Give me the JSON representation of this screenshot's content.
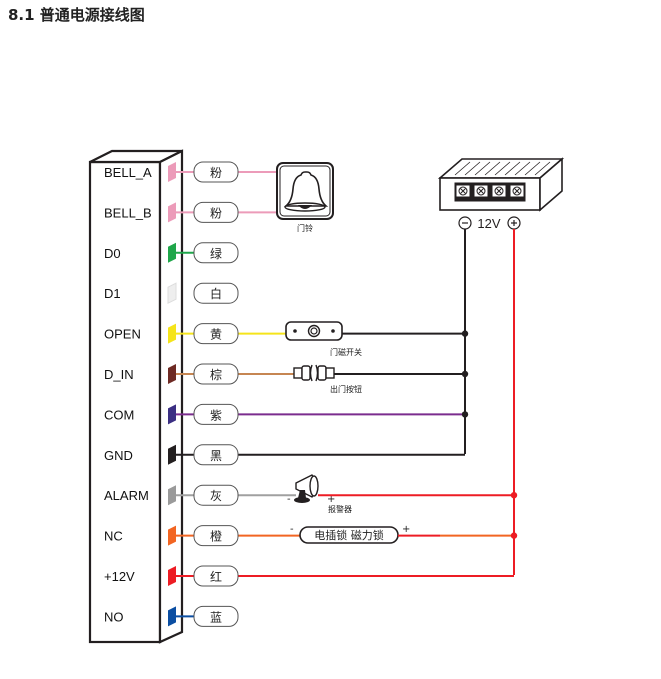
{
  "title": "8.1  普通电源接线图",
  "terminals": [
    {
      "label": "BELL_A",
      "wire": "粉",
      "color": "#ec9bb9"
    },
    {
      "label": "BELL_B",
      "wire": "粉",
      "color": "#ec9bb9"
    },
    {
      "label": "D0",
      "wire": "绿",
      "color": "#1fa64a"
    },
    {
      "label": "D1",
      "wire": "白",
      "color": "#eeeeee"
    },
    {
      "label": "OPEN",
      "wire": "黄",
      "color": "#f5e41a"
    },
    {
      "label": "D_IN",
      "wire": "棕",
      "color": "#6e2a24"
    },
    {
      "label": "COM",
      "wire": "紫",
      "color": "#3b2f83"
    },
    {
      "label": "GND",
      "wire": "黑",
      "color": "#231f20"
    },
    {
      "label": "ALARM",
      "wire": "灰",
      "color": "#9a9a9a"
    },
    {
      "label": "NC",
      "wire": "橙",
      "color": "#f26522"
    },
    {
      "label": "+12V",
      "wire": "红",
      "color": "#ed1c24"
    },
    {
      "label": "NO",
      "wire": "蓝",
      "color": "#0b4ea2"
    }
  ],
  "wire_colors": {
    "bell": "#ec9bb9",
    "open": "#f5e41a",
    "d_in": "#c68652",
    "com": "#7b2c8e",
    "gnd": "#231f20",
    "alarm": "#a0a0a0",
    "nc": "#f26522",
    "red": "#ed1c24",
    "blue": "#0b4ea2",
    "green": "#1fa64a"
  },
  "devices": {
    "doorbell": "门铃",
    "door_sensor": "门磁开关",
    "exit_button": "出门按钮",
    "alarm": "报警器",
    "lock": "电插锁 磁力锁",
    "psu_voltage": "12V",
    "minus": "-",
    "plus": "+"
  }
}
